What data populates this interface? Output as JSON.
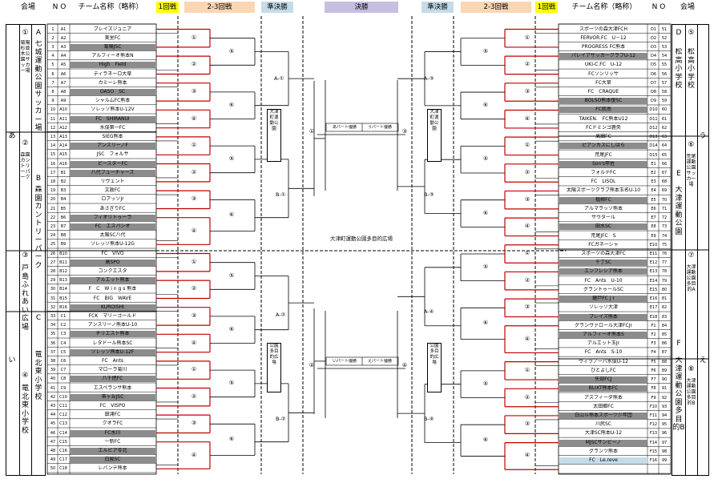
{
  "header": {
    "left_venue": "会場",
    "left_no": "N O",
    "left_team": "チーム名称（略称）",
    "left_r1": "1回戦",
    "left_r23": "2-3回戦",
    "left_semi": "準決勝",
    "final": "決勝",
    "right_semi": "準決勝",
    "right_r23": "2-3回戦",
    "right_r1": "1回戦",
    "right_team": "チーム名称（略称）",
    "right_no": "N O",
    "right_venue": "会場"
  },
  "left_teams": [
    {
      "seq": "1",
      "no": "A1",
      "name": "ブレイズジュニア"
    },
    {
      "seq": "2",
      "no": "A2",
      "name": "美里FC"
    },
    {
      "seq": "3",
      "no": "A3",
      "name": "菊陽JSC",
      "g": 1
    },
    {
      "seq": "4",
      "no": "A4",
      "name": "アルフィーオ熊本N"
    },
    {
      "seq": "5",
      "no": "A5",
      "name": "High　Field",
      "g": 1
    },
    {
      "seq": "6",
      "no": "A6",
      "name": "ディラネーロ大草"
    },
    {
      "seq": "7",
      "no": "A7",
      "name": "カミーレ熊本"
    },
    {
      "seq": "8",
      "no": "A8",
      "name": "OASO　SC",
      "g": 1
    },
    {
      "seq": "9",
      "no": "A9",
      "name": "シャルムFC熊本"
    },
    {
      "seq": "10",
      "no": "A10",
      "name": "ソレッソ熊本U-12V"
    },
    {
      "seq": "11",
      "no": "A11",
      "name": "FC　SHIRANUI",
      "g": 1
    },
    {
      "seq": "12",
      "no": "A12",
      "name": "水俣第一FC"
    },
    {
      "seq": "13",
      "no": "A13",
      "name": "SIEG熊本"
    },
    {
      "seq": "14",
      "no": "A14",
      "name": "アンスリーノF",
      "g": 1
    },
    {
      "seq": "15",
      "no": "A15",
      "name": "JSC　フォルサ"
    },
    {
      "seq": "16",
      "no": "A16",
      "name": "ビースターFC",
      "g": 1
    },
    {
      "seq": "17",
      "no": "B1",
      "name": "八代フューチャーズ",
      "g": 1
    },
    {
      "seq": "18",
      "no": "B2",
      "name": "リヴェント"
    },
    {
      "seq": "19",
      "no": "B3",
      "name": "文政FC"
    },
    {
      "seq": "20",
      "no": "B4",
      "name": "ロアッソJr"
    },
    {
      "seq": "21",
      "no": "B5",
      "name": "あさぎりFC"
    },
    {
      "seq": "22",
      "no": "B6",
      "name": "フィオリトゥーラ",
      "g": 1
    },
    {
      "seq": "23",
      "no": "B7",
      "name": "FC　エスパシオ",
      "g": 1
    },
    {
      "seq": "24",
      "no": "B8",
      "name": "太陽SC八代"
    },
    {
      "seq": "25",
      "no": "B9",
      "name": "ソレッソ熊本U-12G"
    },
    {
      "seq": "26",
      "no": "B10",
      "name": "FC　VIVO"
    },
    {
      "seq": "27",
      "no": "B11",
      "name": "高SPO",
      "g": 1
    },
    {
      "seq": "28",
      "no": "B12",
      "name": "コンクエスタ"
    },
    {
      "seq": "29",
      "no": "B13",
      "name": "アルエット熊本",
      "g": 1
    },
    {
      "seq": "30",
      "no": "B14",
      "name": "F　C　W i n g s 熊本"
    },
    {
      "seq": "31",
      "no": "B15",
      "name": "FC　BIG　WAVE"
    },
    {
      "seq": "32",
      "no": "B16",
      "name": "KUROISHI",
      "g": 1
    },
    {
      "seq": "33",
      "no": "C1",
      "name": "FCK　マリーゴールド"
    },
    {
      "seq": "34",
      "no": "C2",
      "name": "アンスリーノ熊本U-10"
    },
    {
      "seq": "35",
      "no": "C3",
      "name": "チリエスト熊本",
      "g": 1
    },
    {
      "seq": "36",
      "no": "C4",
      "name": "レタドール熊本SC"
    },
    {
      "seq": "37",
      "no": "C5",
      "name": "ソレッソ熊本U-12F",
      "g": 1
    },
    {
      "seq": "38",
      "no": "C6",
      "name": "FC　Ants"
    },
    {
      "seq": "39",
      "no": "C7",
      "name": "マローラ菊川"
    },
    {
      "seq": "40",
      "no": "C8",
      "name": "八千把FC",
      "g": 1
    },
    {
      "seq": "41",
      "no": "C9",
      "name": "エスペランサ熊本"
    },
    {
      "seq": "42",
      "no": "C10",
      "name": "帯ヶ丘JSC",
      "g": 1
    },
    {
      "seq": "43",
      "no": "C11",
      "name": "FC　VISPO"
    },
    {
      "seq": "44",
      "no": "C12",
      "name": "田浦FC"
    },
    {
      "seq": "45",
      "no": "C13",
      "name": "クオラFC"
    },
    {
      "seq": "46",
      "no": "C14",
      "name": "FC水川",
      "g": 1
    },
    {
      "seq": "47",
      "no": "C15",
      "name": "一新FC"
    },
    {
      "seq": "48",
      "no": "C16",
      "name": "エルピア苓北",
      "g": 1
    },
    {
      "seq": "49",
      "no": "C17",
      "name": "白鳳SC",
      "g": 1
    },
    {
      "seq": "50",
      "no": "C18",
      "name": "レバンテ熊本"
    }
  ],
  "right_teams": [
    {
      "no": "D1",
      "seq": "51",
      "name": "スポーツの森大津FCH"
    },
    {
      "no": "D2",
      "seq": "52",
      "name": "FERVOR.FC　U－12"
    },
    {
      "no": "D3",
      "seq": "53",
      "name": "PROGRESS FC熊本"
    },
    {
      "no": "D4",
      "seq": "54",
      "name": "パレイアサッカークラブU-12",
      "g": 1
    },
    {
      "no": "D5",
      "seq": "55",
      "name": "UKI-C.FC　U-12"
    },
    {
      "no": "D6",
      "seq": "56",
      "name": "FCソンリッサ"
    },
    {
      "no": "D7",
      "seq": "57",
      "name": "FC大草"
    },
    {
      "no": "D8",
      "seq": "58",
      "name": "FC　CRAQUE"
    },
    {
      "no": "D9",
      "seq": "59",
      "name": "BOLSO熊本復SC",
      "g": 1
    },
    {
      "no": "D10",
      "seq": "60",
      "name": "FC航南",
      "g": 1
    },
    {
      "no": "D11",
      "seq": "61",
      "name": "TAIKEN.　FC熊本U12"
    },
    {
      "no": "D12",
      "seq": "62",
      "name": "FCドミンゴ鹿央"
    },
    {
      "no": "D13",
      "seq": "63",
      "name": "高田FC"
    },
    {
      "no": "D14",
      "seq": "64",
      "name": "ピアンカスにしはら",
      "g": 1
    },
    {
      "no": "D15",
      "seq": "65",
      "name": "荒尾JFC"
    },
    {
      "no": "E1",
      "seq": "66",
      "name": "Son's甲佐",
      "g": 1
    },
    {
      "no": "E2",
      "seq": "67",
      "name": "フォルテFC"
    },
    {
      "no": "E3",
      "seq": "68",
      "name": "FC　LISOL"
    },
    {
      "no": "E4",
      "seq": "69",
      "name": "太陽スポーツクラブ熊本玉名U-10"
    },
    {
      "no": "E5",
      "seq": "70",
      "name": "植柳FC",
      "g": 1
    },
    {
      "no": "E6",
      "seq": "71",
      "name": "アルマラッソ熊本"
    },
    {
      "no": "E7",
      "seq": "72",
      "name": "サウタール"
    },
    {
      "no": "E8",
      "seq": "73",
      "name": "田水SC",
      "g": 1
    },
    {
      "no": "E9",
      "seq": "74",
      "name": "荒尾JFC　S"
    },
    {
      "no": "E10",
      "seq": "75",
      "name": "FCガネーシャ"
    },
    {
      "no": "E11",
      "seq": "76",
      "name": "スポーツの森大津FC"
    },
    {
      "no": "E12",
      "seq": "77",
      "name": "千丁SC",
      "g": 1
    },
    {
      "no": "E13",
      "seq": "78",
      "name": "エンフレシア熊本",
      "g": 1
    },
    {
      "no": "E14",
      "seq": "79",
      "name": "FC　Ants　U-10"
    },
    {
      "no": "E15",
      "seq": "80",
      "name": "グラントゥールSC"
    },
    {
      "no": "E16",
      "seq": "81",
      "name": "鏡戸FC j r",
      "g": 1
    },
    {
      "no": "E17",
      "seq": "82",
      "name": "ソレッソ大津"
    },
    {
      "no": "E18",
      "seq": "83",
      "name": "ブレイズ熊本",
      "g": 1
    },
    {
      "no": "F1",
      "seq": "84",
      "name": "グランヴァロール大津FCJr"
    },
    {
      "no": "F2",
      "seq": "85",
      "name": "アルフィーオ熊本S",
      "g": 1
    },
    {
      "no": "F3",
      "seq": "86",
      "name": "アルエット玉Jr"
    },
    {
      "no": "F4",
      "seq": "87",
      "name": "FC　Ants　S-10"
    },
    {
      "no": "F5",
      "seq": "88",
      "name": "ヴィラノーバ水俣U-12"
    },
    {
      "no": "F6",
      "seq": "89",
      "name": "ひとよしFC"
    },
    {
      "no": "F7",
      "seq": "90",
      "name": "矢部FCJ",
      "g": 1
    },
    {
      "no": "F8",
      "seq": "91",
      "name": "BLIXT熊本FC",
      "g": 1
    },
    {
      "no": "F9",
      "seq": "92",
      "name": "アスフィーダ熊本"
    },
    {
      "no": "F10",
      "seq": "93",
      "name": "太田郷FC"
    },
    {
      "no": "F11",
      "seq": "94",
      "name": "白山ル熊本スポーツ少年団",
      "g": 1
    },
    {
      "no": "F12",
      "seq": "95",
      "name": "川尻SC"
    },
    {
      "no": "F13",
      "seq": "96",
      "name": "大津SC熊本U-12"
    },
    {
      "no": "F14",
      "seq": "97",
      "name": "MJSCサンビーノ",
      "g": 1
    },
    {
      "no": "F15",
      "seq": "98",
      "name": "グランツ熊本"
    },
    {
      "no": "F16",
      "seq": "99",
      "name": "FC　Le.reve",
      "b": 1
    }
  ],
  "left_venues": {
    "col1_top": "あ",
    "col1_bot": "い",
    "c1": "①",
    "c1s": "菊陽杉並木公園サッカー場",
    "c2": "②",
    "c2s": "森園カントリーパーク",
    "c3": "③",
    "c3t": "戸島ふれあい広場",
    "c4": "④",
    "c4t": "竜北東小学校",
    "A": "A",
    "At": "七城運動公園サッカー場",
    "B": "B",
    "Bt": "森園カントリーパーク",
    "C": "C",
    "Ct": "竜北東小学校"
  },
  "right_venues": {
    "D": "D",
    "Dt": "松高小学校",
    "E": "E",
    "Et": "大津運動公園",
    "F": "F",
    "Ft": "大津運動公園多目的B",
    "c5": "⑤",
    "c5t": "松高小学校",
    "c6": "⑥",
    "c6s": "荒尾運動公園サッカー場",
    "c7": "⑦",
    "c7s": "大津運動公園多目的A",
    "c8": "⑧",
    "c8s": "大津運動公園多目的B",
    "col_top": "う",
    "col_bot": "え"
  },
  "rounds": {
    "left_semi": [
      "A-①",
      "B-①",
      "A-②",
      "B-②"
    ],
    "right_semi": [
      "A-③",
      "B-③",
      "A-④",
      "B-④"
    ],
    "center": [
      "①",
      "②",
      "③",
      "④"
    ],
    "final_venue": "大津町運動公園多目的広場",
    "top_final": [
      "あパート優勝",
      "うパート優勝"
    ],
    "bot_final": [
      "いパート優勝",
      "えパート優勝"
    ],
    "mid_box": "大津町運動公園",
    "mid_box2": "公園多目的広場"
  },
  "markers": {
    "circ": [
      "①",
      "②",
      "③",
      "④",
      "⑤",
      "⑥"
    ]
  }
}
